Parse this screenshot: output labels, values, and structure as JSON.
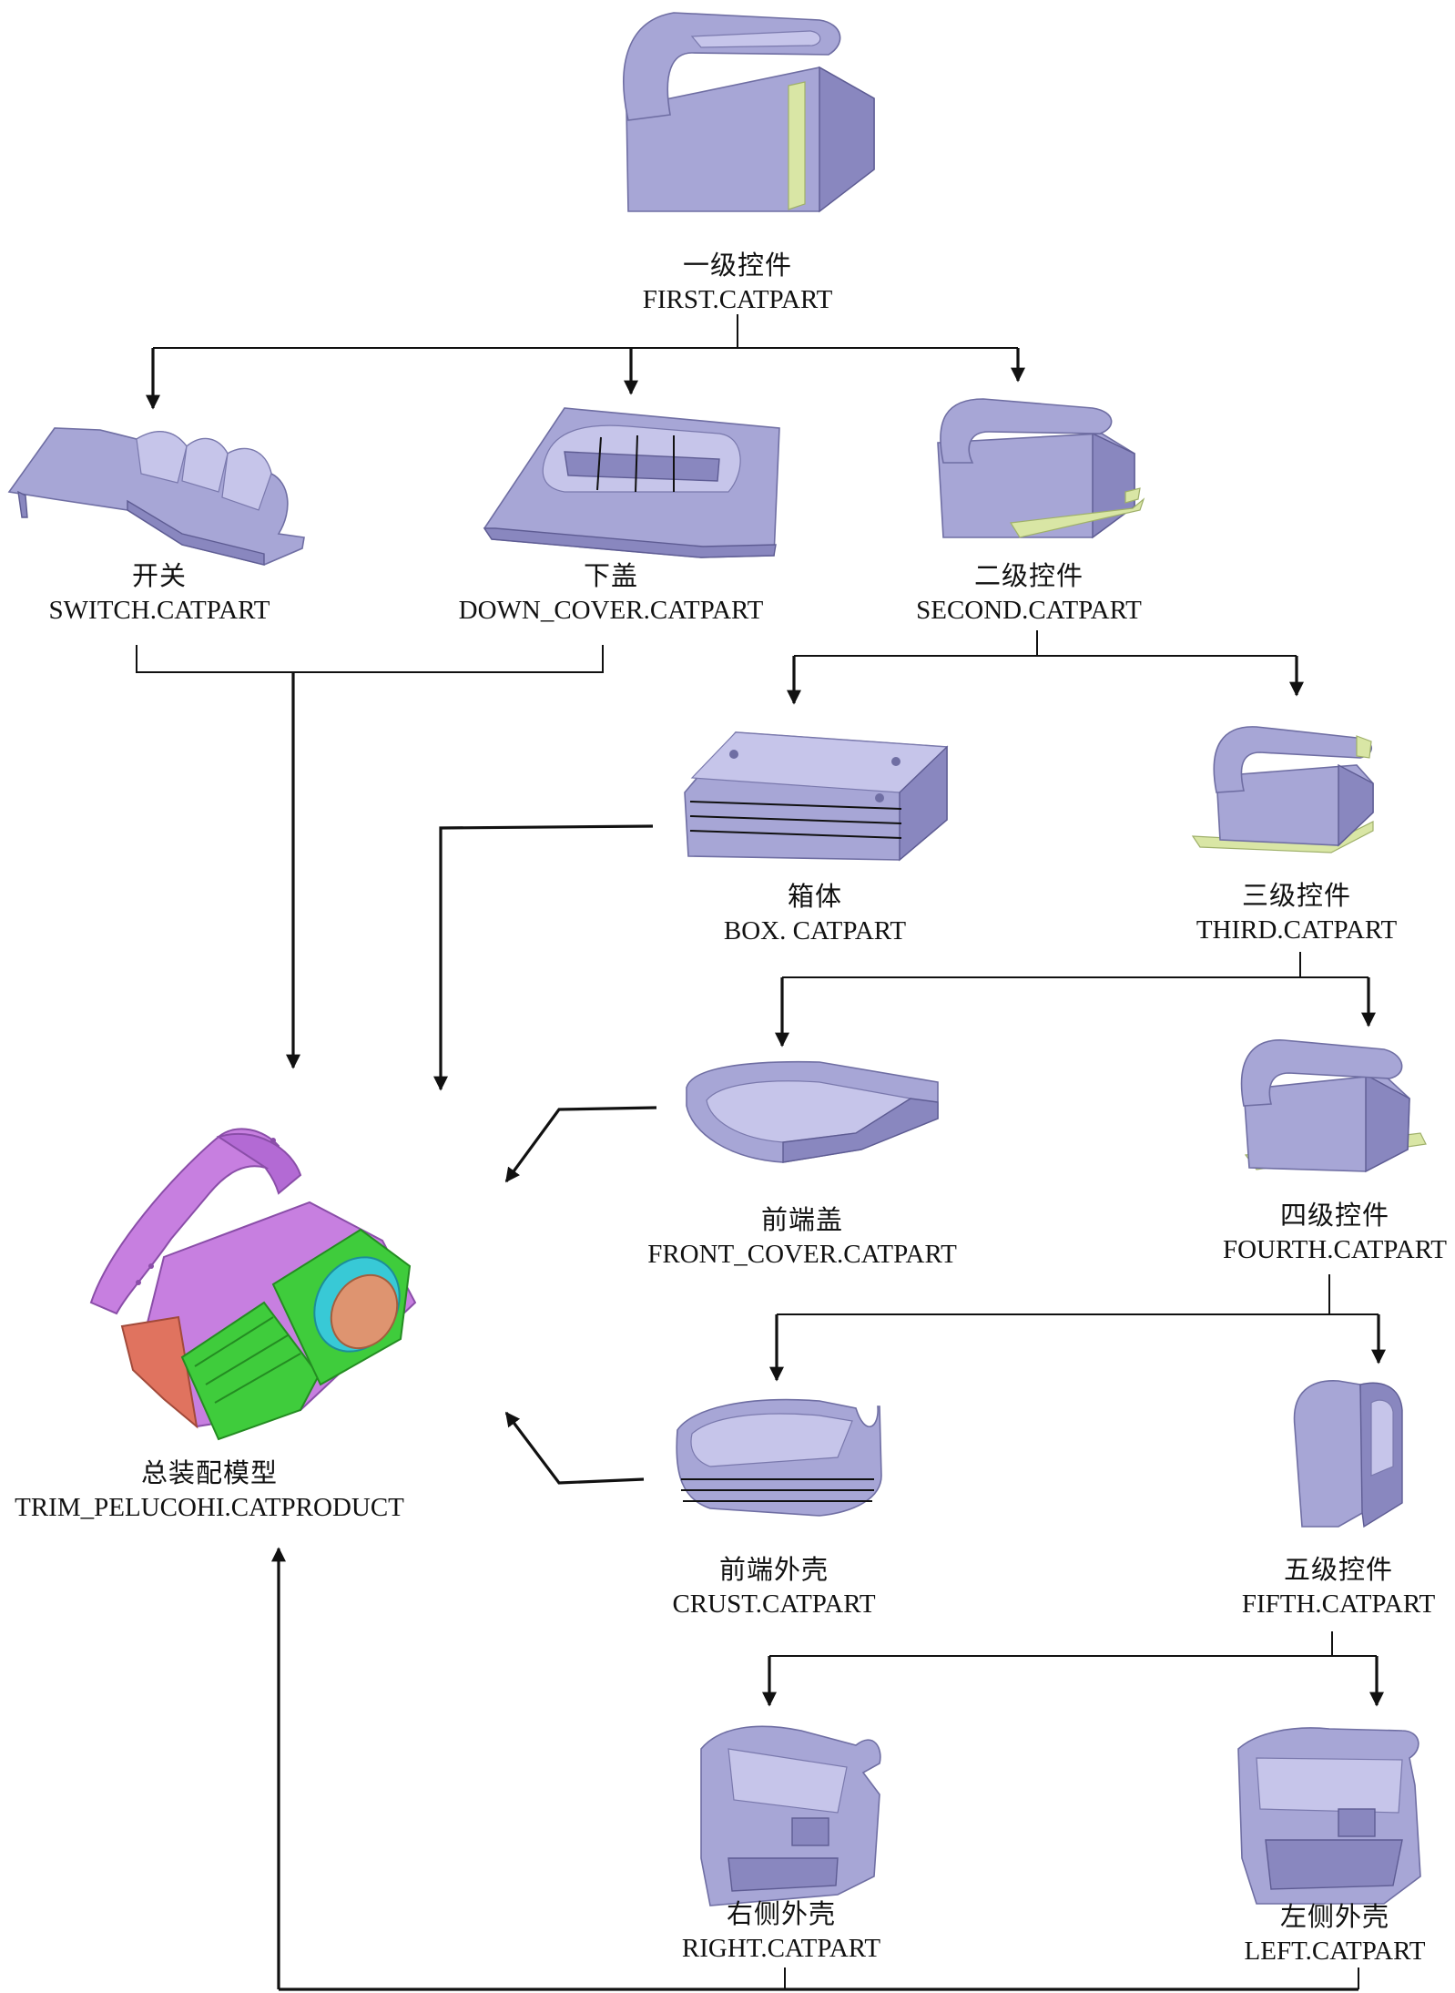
{
  "nodes": {
    "first": {
      "cn": "一级控件",
      "en": "FIRST.CATPART"
    },
    "switch": {
      "cn": "开关",
      "en": "SWITCH.CATPART"
    },
    "down_cover": {
      "cn": "下盖",
      "en": "DOWN_COVER.CATPART"
    },
    "second": {
      "cn": "二级控件",
      "en": "SECOND.CATPART"
    },
    "box": {
      "cn": "箱体",
      "en": "BOX. CATPART"
    },
    "third": {
      "cn": "三级控件",
      "en": "THIRD.CATPART"
    },
    "front_cover": {
      "cn": "前端盖",
      "en": "FRONT_COVER.CATPART"
    },
    "fourth": {
      "cn": "四级控件",
      "en": "FOURTH.CATPART"
    },
    "crust": {
      "cn": "前端外壳",
      "en": "CRUST.CATPART"
    },
    "fifth": {
      "cn": "五级控件",
      "en": "FIFTH.CATPART"
    },
    "right": {
      "cn": "右侧外壳",
      "en": "RIGHT.CATPART"
    },
    "left": {
      "cn": "左侧外壳",
      "en": "LEFT.CATPART"
    },
    "assembly": {
      "cn": "总装配模型",
      "en": "TRIM_PELUCOHI.CATPRODUCT"
    }
  },
  "colors": {
    "part": "#a7a6d6",
    "part_edge": "#6f6ea3",
    "accent_green": "#d9e6a5",
    "assembly_purple": "#c77fe0",
    "assembly_green": "#3fcc3c",
    "assembly_red": "#e0735f",
    "assembly_orange": "#de9470",
    "assembly_cyan": "#38c9d6"
  }
}
